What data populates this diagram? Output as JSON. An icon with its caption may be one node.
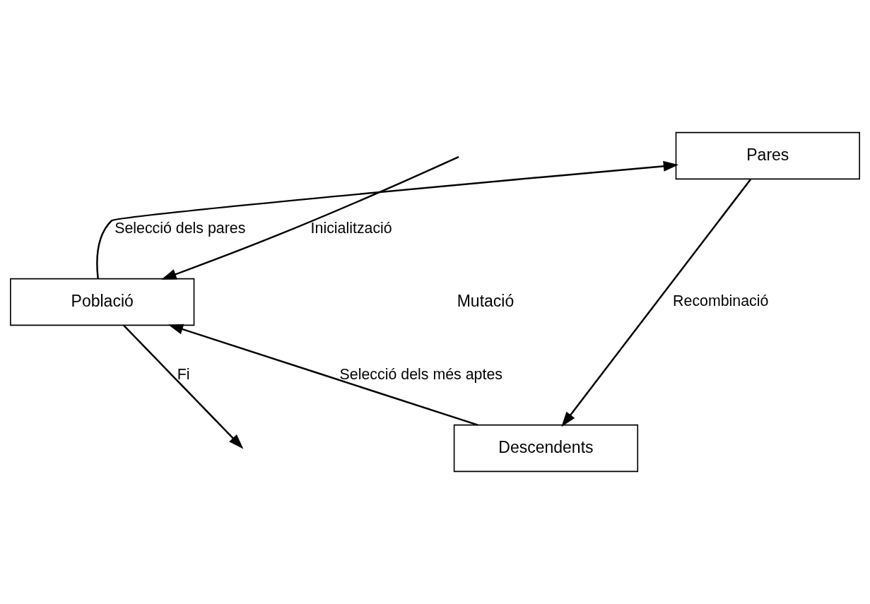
{
  "diagram": {
    "nodes": [
      {
        "text": [
          "Població"
        ]
      },
      {
        "text": [
          "Pares"
        ]
      },
      {
        "text": [
          "Descendents"
        ]
      }
    ],
    "edges": [
      {
        "from": null,
        "to": 0,
        "arrow": "to",
        "label": "Inicialització"
      },
      {
        "from": 0,
        "to": 1,
        "arrow": "to",
        "label": "Selecció dels pares"
      },
      {
        "from": 1,
        "to": 2,
        "arrow": "to",
        "label": "Recombinació"
      },
      {
        "from": 2,
        "to": 0,
        "arrow": "to",
        "label": "Selecció dels més aptes"
      },
      {
        "from": 0,
        "to": null,
        "arrow": "to",
        "label": "Fi"
      }
    ],
    "labels": [
      "Mutació"
    ]
  }
}
